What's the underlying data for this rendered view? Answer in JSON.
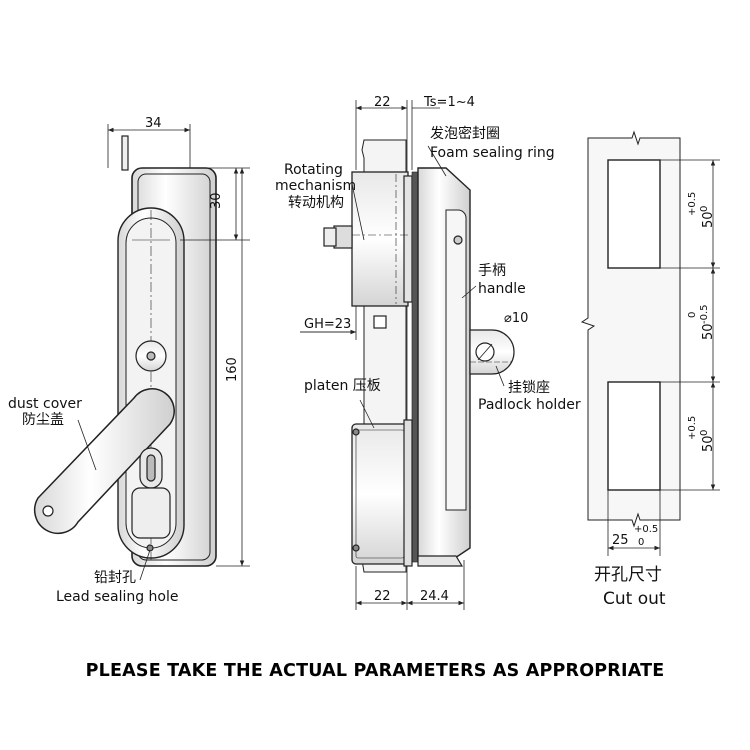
{
  "dims": {
    "front_width": "34",
    "front_top": "30",
    "front_height": "160",
    "side_top_left": "22",
    "side_ts": "Ts=1~4",
    "side_gh": "GH=23",
    "side_bottom_left": "22",
    "side_bottom_right": "24.4",
    "padlock_dia": "⌀10",
    "cut_h1": "50",
    "cut_h2": "50",
    "cut_h3": "50",
    "cut_w": "25",
    "tol_plus": "+0.5",
    "tol_zero": "0",
    "tol_minus": "-0.5"
  },
  "labels": {
    "dust_cover_en": "dust cover",
    "dust_cover_cn": "防尘盖",
    "lead_cn": "铅封孔",
    "lead_en": "Lead sealing hole",
    "rotating_en_1": "Rotating",
    "rotating_en_2": "mechanism",
    "rotating_cn": "转动机构",
    "foam_cn": "发泡密封圈",
    "foam_en": "Foam sealing ring",
    "handle_cn": "手柄",
    "handle_en": "handle",
    "platen": "platen 压板",
    "padlock_cn": "挂锁座",
    "padlock_en": "Padlock holder",
    "cutout_cn": "开孔尺寸",
    "cutout_en": "Cut out"
  },
  "footer": "PLEASE TAKE THE ACTUAL PARAMETERS AS APPROPRIATE",
  "colors": {
    "line": "#222222",
    "fill_light": "#f2f2f2",
    "fill_mid": "#dedede",
    "panel": "#f4f4f4"
  }
}
